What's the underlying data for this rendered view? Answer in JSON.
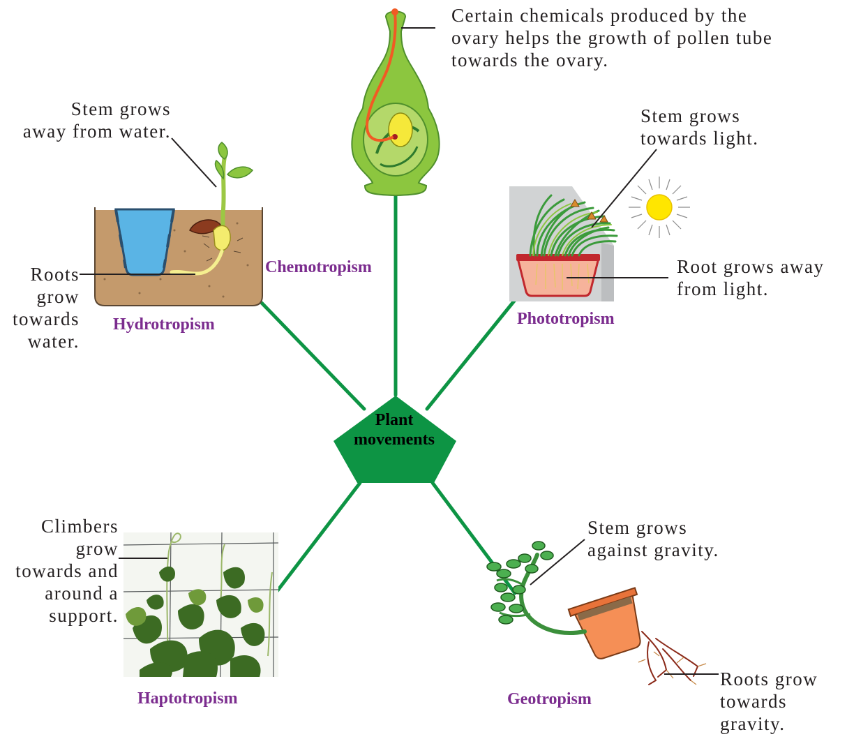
{
  "center": {
    "line1": "Plant",
    "line2": "movements",
    "color": "#0d9444"
  },
  "branch_color": "#0d9444",
  "title_color": "#7b2c8e",
  "tropisms": {
    "chemotropism": {
      "title": "Chemotropism",
      "note": [
        "Certain chemicals produced by the",
        "ovary helps the growth of pollen tube",
        "towards the ovary."
      ]
    },
    "hydrotropism": {
      "title": "Hydrotropism",
      "note_stem": [
        "Stem grows",
        "away from water."
      ],
      "note_roots": [
        "Roots",
        "grow",
        "towards",
        "water."
      ]
    },
    "phototropism": {
      "title": "Phototropism",
      "note_stem": [
        "Stem grows",
        "towards light."
      ],
      "note_root": [
        "Root grows away",
        "from light."
      ]
    },
    "haptotropism": {
      "title": "Haptotropism",
      "note": [
        "Climbers",
        "grow",
        "towards and",
        "around a",
        "support."
      ]
    },
    "geotropism": {
      "title": "Geotropism",
      "note_stem": [
        "Stem grows",
        "against gravity."
      ],
      "note_roots": [
        "Roots grow",
        "towards",
        "gravity."
      ]
    }
  }
}
